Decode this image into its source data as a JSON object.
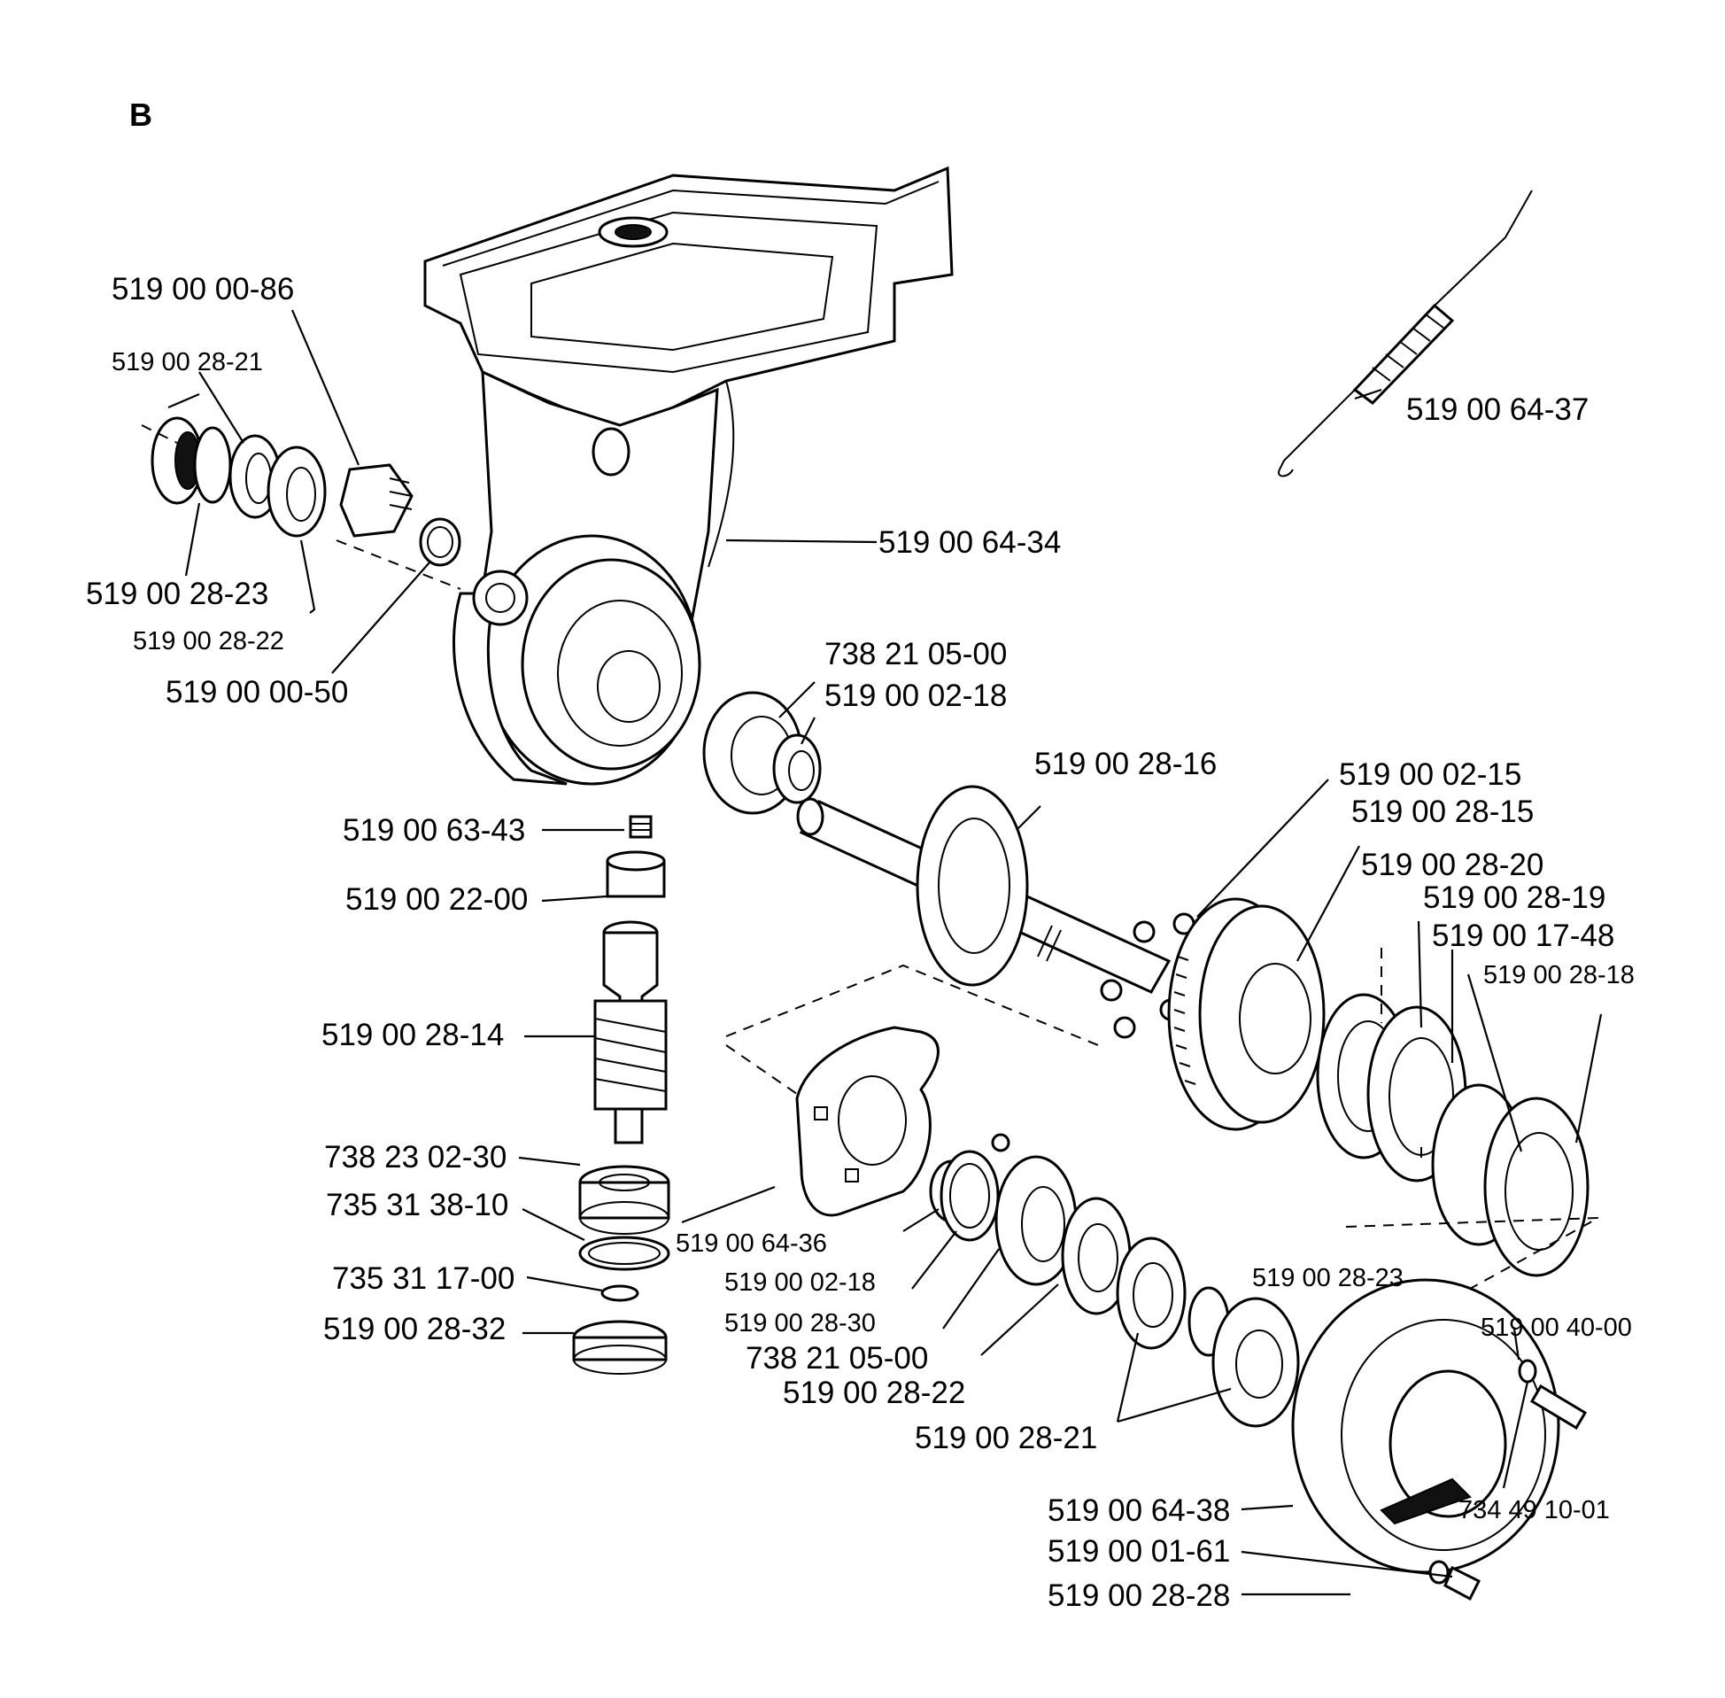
{
  "section": "B",
  "labels": {
    "p1": "519 00 00-86",
    "p2": "519 00 28-21",
    "p3": "519 00 28-23",
    "p4": "519 00 28-22",
    "p5": "519 00 00-50",
    "p6": "519 00 64-37",
    "p7": "519 00 64-34",
    "p8": "738 21 05-00",
    "p9": "519 00 02-18",
    "p10": "519 00 28-16",
    "p11": "519 00 02-15",
    "p12": "519 00 28-15",
    "p13": "519 00 28-20",
    "p14": "519 00 28-19",
    "p15": "519 00 17-48",
    "p16": "519 00 28-18",
    "p17": "519 00 63-43",
    "p18": "519 00 22-00",
    "p19": "519 00 28-14",
    "p20": "738 23 02-30",
    "p21": "735 31 38-10",
    "p22": "735 31 17-00",
    "p23": "519 00 28-32",
    "p24": "519 00 64-36",
    "p25": "519 00 02-18",
    "p26": "519 00 28-30",
    "p27": "738 21 05-00",
    "p28": "519 00 28-22",
    "p29": "519 00 28-21",
    "p30": "519 00 28-23",
    "p31": "519 00 40-00",
    "p32": "519 00 64-38",
    "p33": "734 49 10-01",
    "p34": "519 00 01-61",
    "p35": "519 00 28-28"
  }
}
